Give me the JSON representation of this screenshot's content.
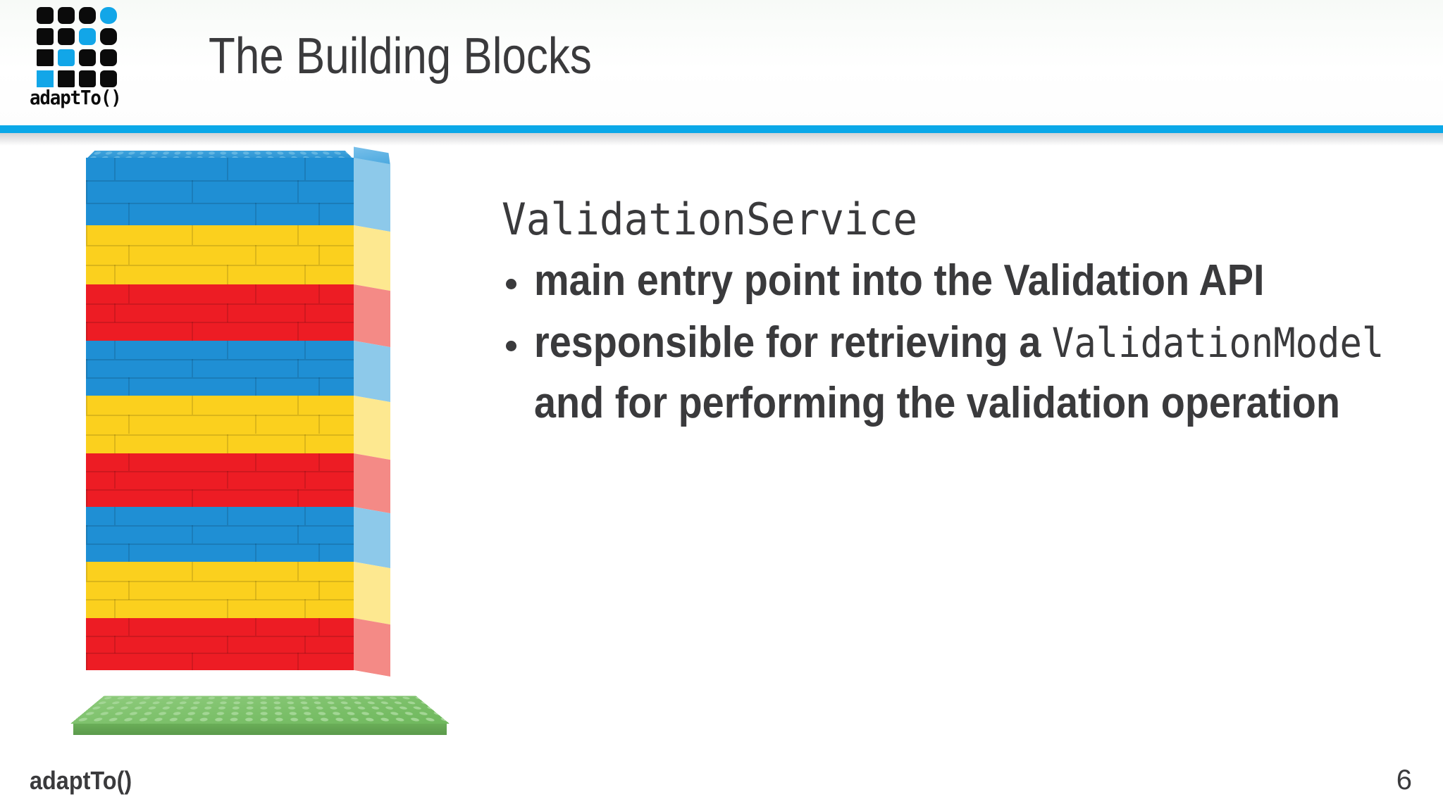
{
  "slide": {
    "title": "The Building Blocks",
    "page_number": "6",
    "accent_color": "#0ba8e8",
    "text_color": "#3a3a3c",
    "background_color": "#ffffff"
  },
  "logo": {
    "wordmark": "adaptTo()",
    "grid_rows": 4,
    "grid_cols": 4,
    "highlight_color": "#12a6e8",
    "base_color": "#0b0b0b",
    "highlight_cells": [
      {
        "row": 0,
        "col": 3
      },
      {
        "row": 1,
        "col": 2
      },
      {
        "row": 2,
        "col": 1
      },
      {
        "row": 3,
        "col": 0
      }
    ]
  },
  "figure": {
    "alt": "lego-brick-wall-photo",
    "base_plate_color": "#72bc5f",
    "band_colors": {
      "blue": "#1f8fd4",
      "yellow": "#fbd01e",
      "red": "#ed1c24"
    },
    "bands": [
      {
        "color": "blue",
        "height": 96
      },
      {
        "color": "yellow",
        "height": 84
      },
      {
        "color": "red",
        "height": 80
      },
      {
        "color": "blue",
        "height": 78
      },
      {
        "color": "yellow",
        "height": 82
      },
      {
        "color": "red",
        "height": 76
      },
      {
        "color": "blue",
        "height": 78
      },
      {
        "color": "yellow",
        "height": 80
      },
      {
        "color": "red",
        "height": 74
      }
    ]
  },
  "content": {
    "code_heading": "ValidationService",
    "bullets": [
      {
        "id": "bullet-entry-point",
        "parts": [
          {
            "type": "text",
            "value": "main entry point into the Validation API"
          }
        ]
      },
      {
        "id": "bullet-retrieving-model",
        "parts": [
          {
            "type": "text",
            "value": "responsible for retrieving a "
          },
          {
            "type": "code",
            "value": "ValidationModel"
          },
          {
            "type": "text",
            "value": " and for performing the validation operation"
          }
        ]
      }
    ]
  },
  "footer": {
    "brand": "adaptTo()",
    "page_number": "6"
  }
}
